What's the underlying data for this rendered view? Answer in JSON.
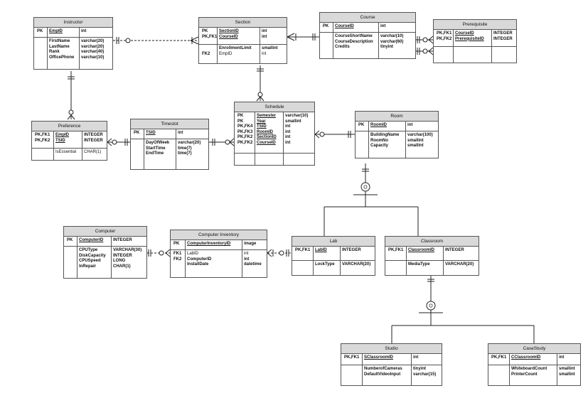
{
  "entities": [
    {
      "id": "instructor",
      "title": "Instructor",
      "sections": [
        [
          {
            "key": "PK",
            "name": "EmpID",
            "type": "int",
            "u": true,
            "b": true
          }
        ],
        [
          {
            "key": "",
            "name": "FirstName",
            "type": "varchar(20)",
            "b": true
          },
          {
            "key": "",
            "name": "LastName",
            "type": "varchar(20)",
            "b": true
          },
          {
            "key": "",
            "name": "Rank",
            "type": "varchar(40)",
            "b": true
          },
          {
            "key": "",
            "name": "OfficePhone",
            "type": "varchar(10)",
            "b": true
          }
        ]
      ]
    },
    {
      "id": "section",
      "title": "Section",
      "sections": [
        [
          {
            "key": "PK",
            "name": "SectionID",
            "type": "int",
            "u": true,
            "b": true
          },
          {
            "key": "PK,FK1",
            "name": "CourseID",
            "type": "int",
            "u": true,
            "b": true
          }
        ],
        [
          {
            "key": "",
            "name": "EnrollmentLimit",
            "type": "smallint",
            "b": true
          },
          {
            "key": "FK2",
            "name": "EmpID",
            "type": "int"
          }
        ]
      ]
    },
    {
      "id": "course",
      "title": "Course",
      "sections": [
        [
          {
            "key": "PK",
            "name": "CourseID",
            "type": "int",
            "u": true,
            "b": true
          }
        ],
        [
          {
            "key": "",
            "name": "CourseShortName",
            "type": "varchar(10)",
            "b": true
          },
          {
            "key": "",
            "name": "CourseDescription",
            "type": "varchar(60)",
            "b": true
          },
          {
            "key": "",
            "name": "Credits",
            "type": "tinyint",
            "b": true
          }
        ]
      ]
    },
    {
      "id": "prerequisite",
      "title": "Prerequisite",
      "sections": [
        [
          {
            "key": "PK,FK1",
            "name": "CourseID",
            "type": "INTEGER",
            "u": true,
            "b": true
          },
          {
            "key": "PK,FK2",
            "name": "PrerequisiteID",
            "type": "INTEGER",
            "u": true,
            "b": true
          }
        ],
        []
      ]
    },
    {
      "id": "preference",
      "title": "Preference",
      "sections": [
        [
          {
            "key": "PK,FK1",
            "name": "EmpID",
            "type": "INTEGER",
            "u": true,
            "b": true
          },
          {
            "key": "PK,FK2",
            "name": "TSID",
            "type": "INTEGER",
            "u": true,
            "b": true
          }
        ],
        [
          {
            "key": "",
            "name": "IsEssential",
            "type": "CHAR(1)"
          }
        ]
      ]
    },
    {
      "id": "timeslot",
      "title": "Timeslot",
      "sections": [
        [
          {
            "key": "PK",
            "name": "TSID",
            "type": "int",
            "u": true,
            "b": true
          }
        ],
        [
          {
            "key": "",
            "name": "DayOfWeek",
            "type": "varchar(20)",
            "b": true
          },
          {
            "key": "",
            "name": "StartTime",
            "type": "time(7)",
            "b": true
          },
          {
            "key": "",
            "name": "EndTime",
            "type": "time(7)",
            "b": true
          }
        ]
      ]
    },
    {
      "id": "schedule",
      "title": "Schedule",
      "sections": [
        [
          {
            "key": "PK",
            "name": "Semester",
            "type": "varchar(10)",
            "u": true,
            "b": true
          },
          {
            "key": "PK",
            "name": "Year",
            "type": "smallint",
            "u": true,
            "b": true
          },
          {
            "key": "PK,FK4",
            "name": "TSID",
            "type": "int",
            "u": true,
            "b": true
          },
          {
            "key": "PK,FK3",
            "name": "RoomID",
            "type": "int",
            "u": true,
            "b": true
          },
          {
            "key": "PK,FK2",
            "name": "SectionID",
            "type": "int",
            "u": true,
            "b": true
          },
          {
            "key": "PK,FK2",
            "name": "CourseID",
            "type": "int",
            "u": true,
            "b": true
          }
        ],
        []
      ]
    },
    {
      "id": "room",
      "title": "Room",
      "sections": [
        [
          {
            "key": "PK",
            "name": "RoomID",
            "type": "int",
            "u": true,
            "b": true
          }
        ],
        [
          {
            "key": "",
            "name": "BuildingName",
            "type": "varchar(100)",
            "b": true
          },
          {
            "key": "",
            "name": "RoomNo",
            "type": "smallint",
            "b": true
          },
          {
            "key": "",
            "name": "Capacity",
            "type": "smallint",
            "b": true
          }
        ]
      ]
    },
    {
      "id": "computer",
      "title": "Computer",
      "sections": [
        [
          {
            "key": "PK",
            "name": "ComputerID",
            "type": "INTEGER",
            "u": true,
            "b": true
          }
        ],
        [
          {
            "key": "",
            "name": "CPUType",
            "type": "VARCHAR(30)",
            "b": true
          },
          {
            "key": "",
            "name": "DiskCapacity",
            "type": "INTEGER",
            "b": true
          },
          {
            "key": "",
            "name": "CPUSpeed",
            "type": "LONG",
            "b": true
          },
          {
            "key": "",
            "name": "InRepair",
            "type": "CHAR(1)",
            "b": true
          }
        ]
      ]
    },
    {
      "id": "computer_inventory",
      "title": "Computer Inventory",
      "sections": [
        [
          {
            "key": "PK",
            "name": "ComputerInventoryID",
            "type": "image",
            "u": true,
            "b": true
          }
        ],
        [
          {
            "key": "FK1",
            "name": "LabID",
            "type": "int"
          },
          {
            "key": "FK2",
            "name": "ComputerID",
            "type": "int",
            "b": true
          },
          {
            "key": "",
            "name": "InstallDate",
            "type": "datetime",
            "b": true
          }
        ]
      ]
    },
    {
      "id": "lab",
      "title": "Lab",
      "sections": [
        [
          {
            "key": "PK,FK1",
            "name": "LabID",
            "type": "INTEGER",
            "u": true,
            "b": true
          }
        ],
        [
          {
            "key": "",
            "name": "LockType",
            "type": "VARCHAR(20)",
            "b": true
          }
        ]
      ]
    },
    {
      "id": "classroom",
      "title": "Classroom",
      "sections": [
        [
          {
            "key": "PK,FK1",
            "name": "ClassroomID",
            "type": "INTEGER",
            "u": true,
            "b": true
          }
        ],
        [
          {
            "key": "",
            "name": "MediaType",
            "type": "VARCHAR(20)",
            "b": true
          }
        ]
      ]
    },
    {
      "id": "studio",
      "title": "Studio",
      "sections": [
        [
          {
            "key": "PK,FK1",
            "name": "SClassroomID",
            "type": "int",
            "u": true,
            "b": true
          }
        ],
        [
          {
            "key": "",
            "name": "NumberofCameras",
            "type": "tinyint",
            "b": true
          },
          {
            "key": "",
            "name": "DefaultVideoInput",
            "type": "varchar(15)",
            "b": true
          }
        ]
      ]
    },
    {
      "id": "casestudy",
      "title": "CaseStudy",
      "sections": [
        [
          {
            "key": "PK,FK1",
            "name": "CClassroomID",
            "type": "int",
            "u": true,
            "b": true
          }
        ],
        [
          {
            "key": "",
            "name": "WhiteboardCount",
            "type": "smallint",
            "b": true
          },
          {
            "key": "",
            "name": "PrinterCount",
            "type": "smallint",
            "b": true
          }
        ]
      ]
    }
  ],
  "subtype_symbols": [
    "O",
    "O"
  ]
}
